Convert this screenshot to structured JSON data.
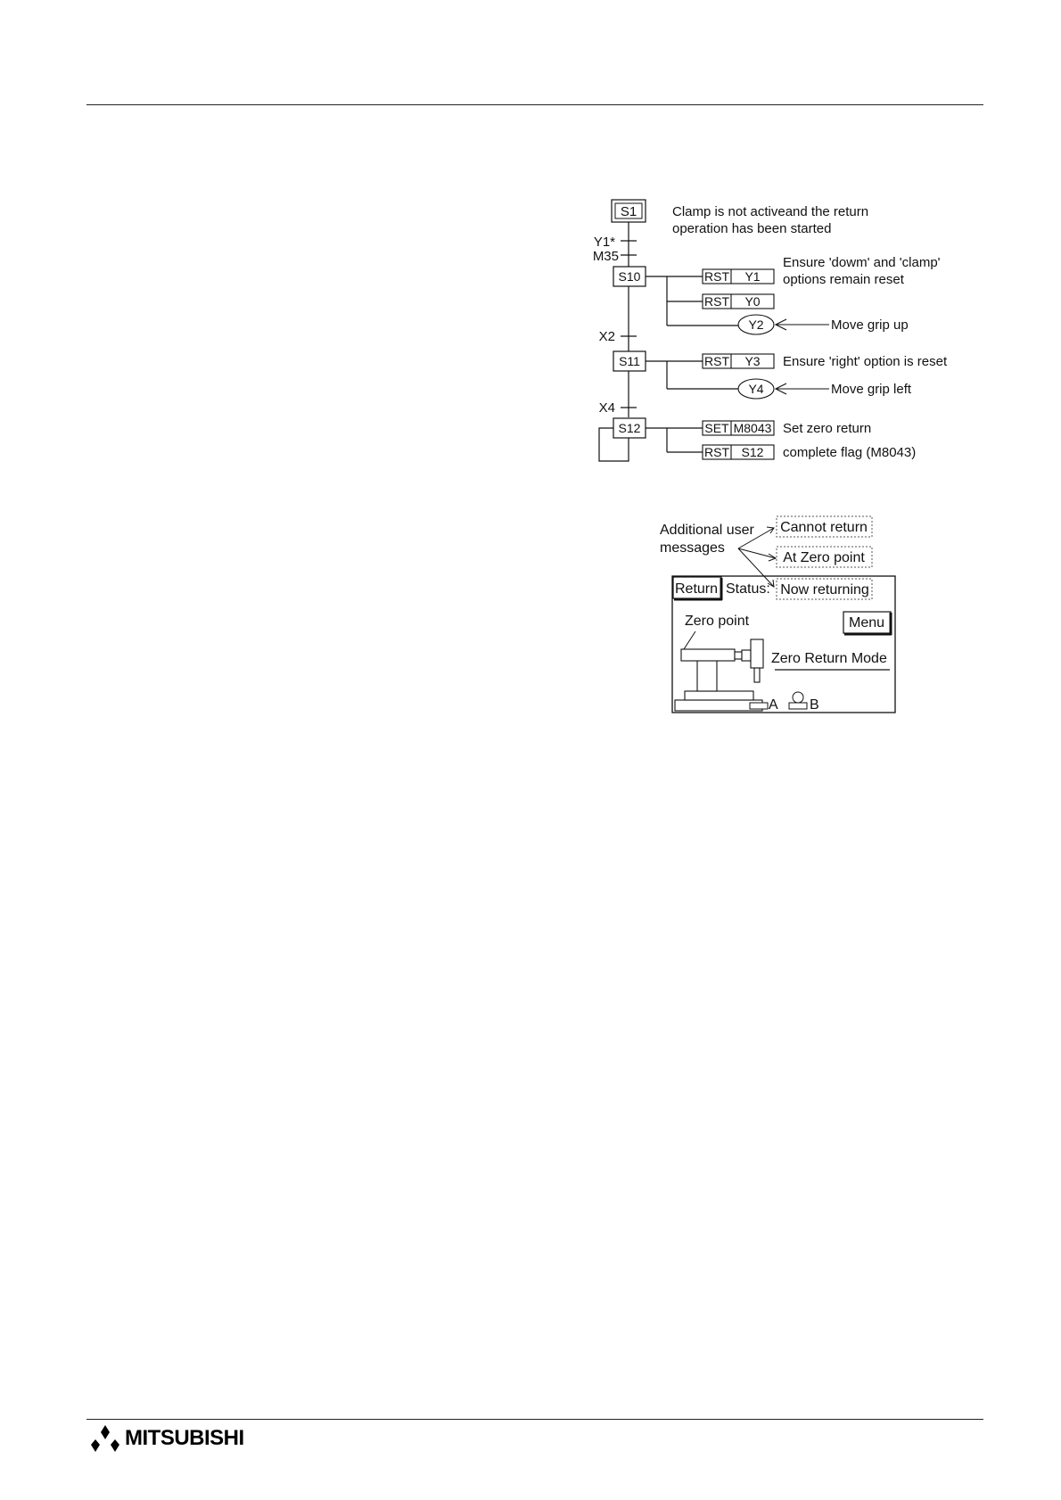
{
  "sfc": {
    "steps": [
      "S1",
      "S10",
      "S11",
      "S12"
    ],
    "transitions": [
      "Y1*",
      "M35",
      "X2",
      "X4"
    ],
    "notes": {
      "s1_line1": "Clamp is not activeand the return",
      "s1_line2": "operation has been started",
      "s10_line1": "Ensure 'dowm' and 'clamp'",
      "s10_line2": "options remain reset",
      "move_grip_up": "Move grip up",
      "s11_note": "Ensure 'right' option is reset",
      "move_grip_left": "Move grip left",
      "s12_line1": "Set zero return",
      "s12_line2": "complete flag (M8043)"
    },
    "instructions": [
      {
        "op": "RST",
        "dev": "Y1"
      },
      {
        "op": "RST",
        "dev": "Y0"
      },
      {
        "op": "RST",
        "dev": "Y3"
      },
      {
        "op": "SET",
        "dev": "M8043"
      },
      {
        "op": "RST",
        "dev": "S12"
      }
    ],
    "coils": [
      "Y2",
      "Y4"
    ]
  },
  "screen": {
    "additional_label_1": "Additional user",
    "additional_label_2": "messages",
    "messages": [
      "Cannot return",
      "At Zero point",
      "Now returning"
    ],
    "return_button": "Return",
    "status_label": "Status:",
    "menu_button": "Menu",
    "zero_point_label": "Zero point",
    "mode_title": "Zero Return Mode",
    "label_a": "A",
    "label_b": "B"
  },
  "footer": {
    "brand": "MITSUBISHI"
  }
}
